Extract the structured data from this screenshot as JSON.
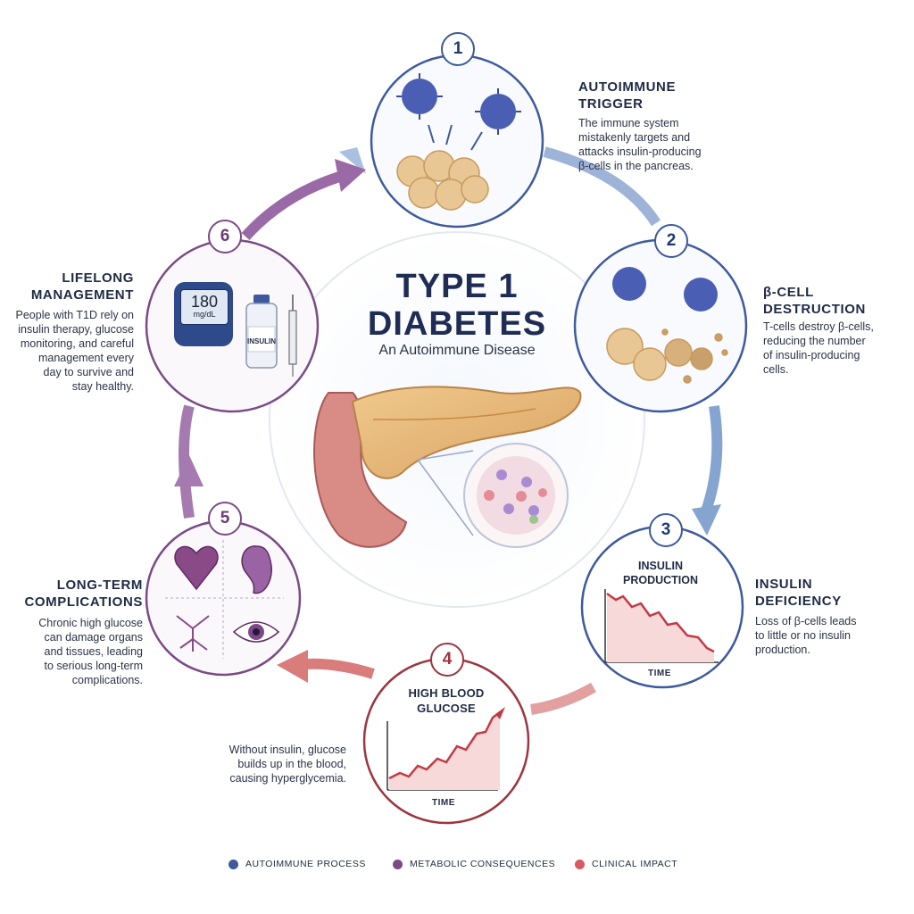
{
  "center": {
    "title": "TYPE 1\nDIABETES",
    "subtitle": "An Autoimmune Disease"
  },
  "steps": [
    {
      "number": "1",
      "title": "AUTOIMMUNE\nTRIGGER",
      "description": "The immune system\nmistakenly targets and\nattacks insulin-producing\nβ-cells in the pancreas.",
      "category": "autoimmune"
    },
    {
      "number": "2",
      "title": "β-CELL\nDESTRUCTION",
      "description": "T-cells destroy β-cells,\nreducing the number\nof insulin-producing\ncells.",
      "category": "autoimmune"
    },
    {
      "number": "3",
      "title": "INSULIN\nDEFICIENCY",
      "description": "Loss of β-cells leads\nto little or no insulin\nproduction.",
      "category": "autoimmune"
    },
    {
      "number": "4",
      "title": "HIGH BLOOD\nGLUCOSE",
      "description": "Without insulin, glucose\nbuilds up in the blood,\ncausing hyperglycemia.",
      "category": "clinical"
    },
    {
      "number": "5",
      "title": "LONG-TERM\nCOMPLICATIONS",
      "description": "Chronic high glucose\ncan damage organs\nand tissues, leading\nto serious long-term\ncomplications.",
      "category": "metabolic"
    },
    {
      "number": "6",
      "title": "LIFELONG\nMANAGEMENT",
      "description": "People with T1D rely on\ninsulin therapy, glucose\nmonitoring, and careful\nmanagement every\nday to survive and\nstay healthy.",
      "category": "metabolic"
    }
  ],
  "panels": {
    "insulin_chart": {
      "title": "INSULIN\nPRODUCTION",
      "axis_label": "TIME"
    },
    "glucose_chart": {
      "axis_label": "TIME"
    },
    "meter": {
      "value": "180",
      "unit": "mg/dL"
    },
    "vial_label": "INSULIN",
    "complication_icons": [
      "heart-icon",
      "kidney-icon",
      "nerves-icon",
      "eye-icon"
    ]
  },
  "legend": [
    {
      "label": "AUTOIMMUNE PROCESS",
      "color": "#3d5a9e"
    },
    {
      "label": "METABOLIC CONSEQUENCES",
      "color": "#7b4a86"
    },
    {
      "label": "CLINICAL IMPACT",
      "color": "#d65a62"
    }
  ],
  "colors": {
    "autoimmune": "#3d5a9e",
    "metabolic": "#7b4a86",
    "clinical": "#d65a62",
    "arrow_blue": "#7a9bc9",
    "arrow_purple": "#9a6aa6",
    "arrow_red": "#d98a8a"
  }
}
